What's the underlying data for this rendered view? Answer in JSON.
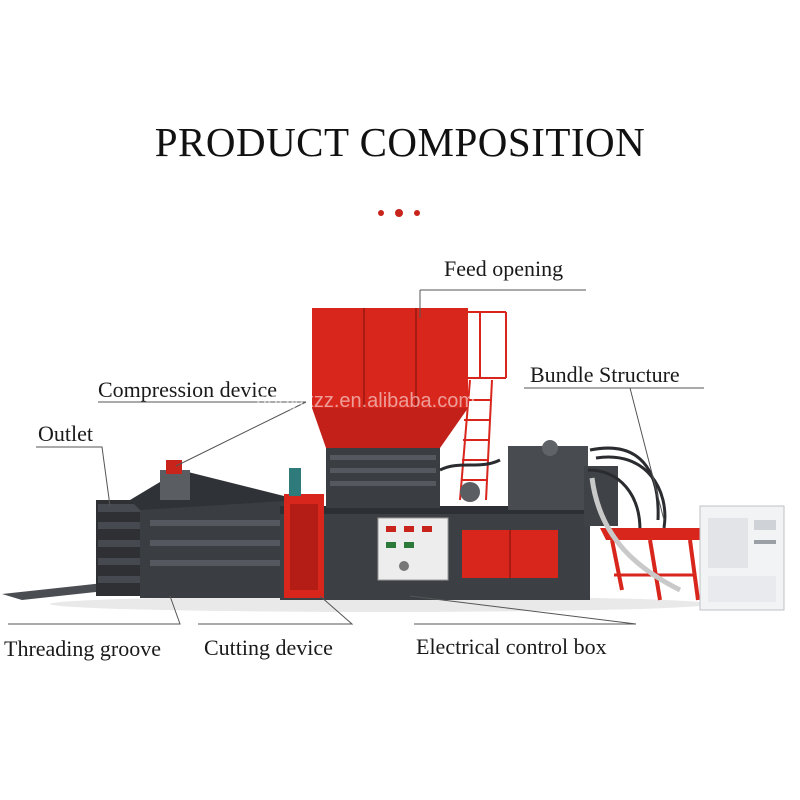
{
  "title": "PRODUCT COMPOSITION",
  "watermark": "hnbyjxzz.en.alibaba.com",
  "labels": {
    "feed_opening": "Feed opening",
    "compression_device": "Compression device",
    "outlet": "Outlet",
    "bundle_structure": "Bundle Structure",
    "threading_groove": "Threading groove",
    "cutting_device": "Cutting device",
    "electrical_control_box": "Electrical control box"
  },
  "colors": {
    "machine_red": "#d8261c",
    "machine_dark": "#3c3f44",
    "accent_dot": "#c8241c"
  }
}
